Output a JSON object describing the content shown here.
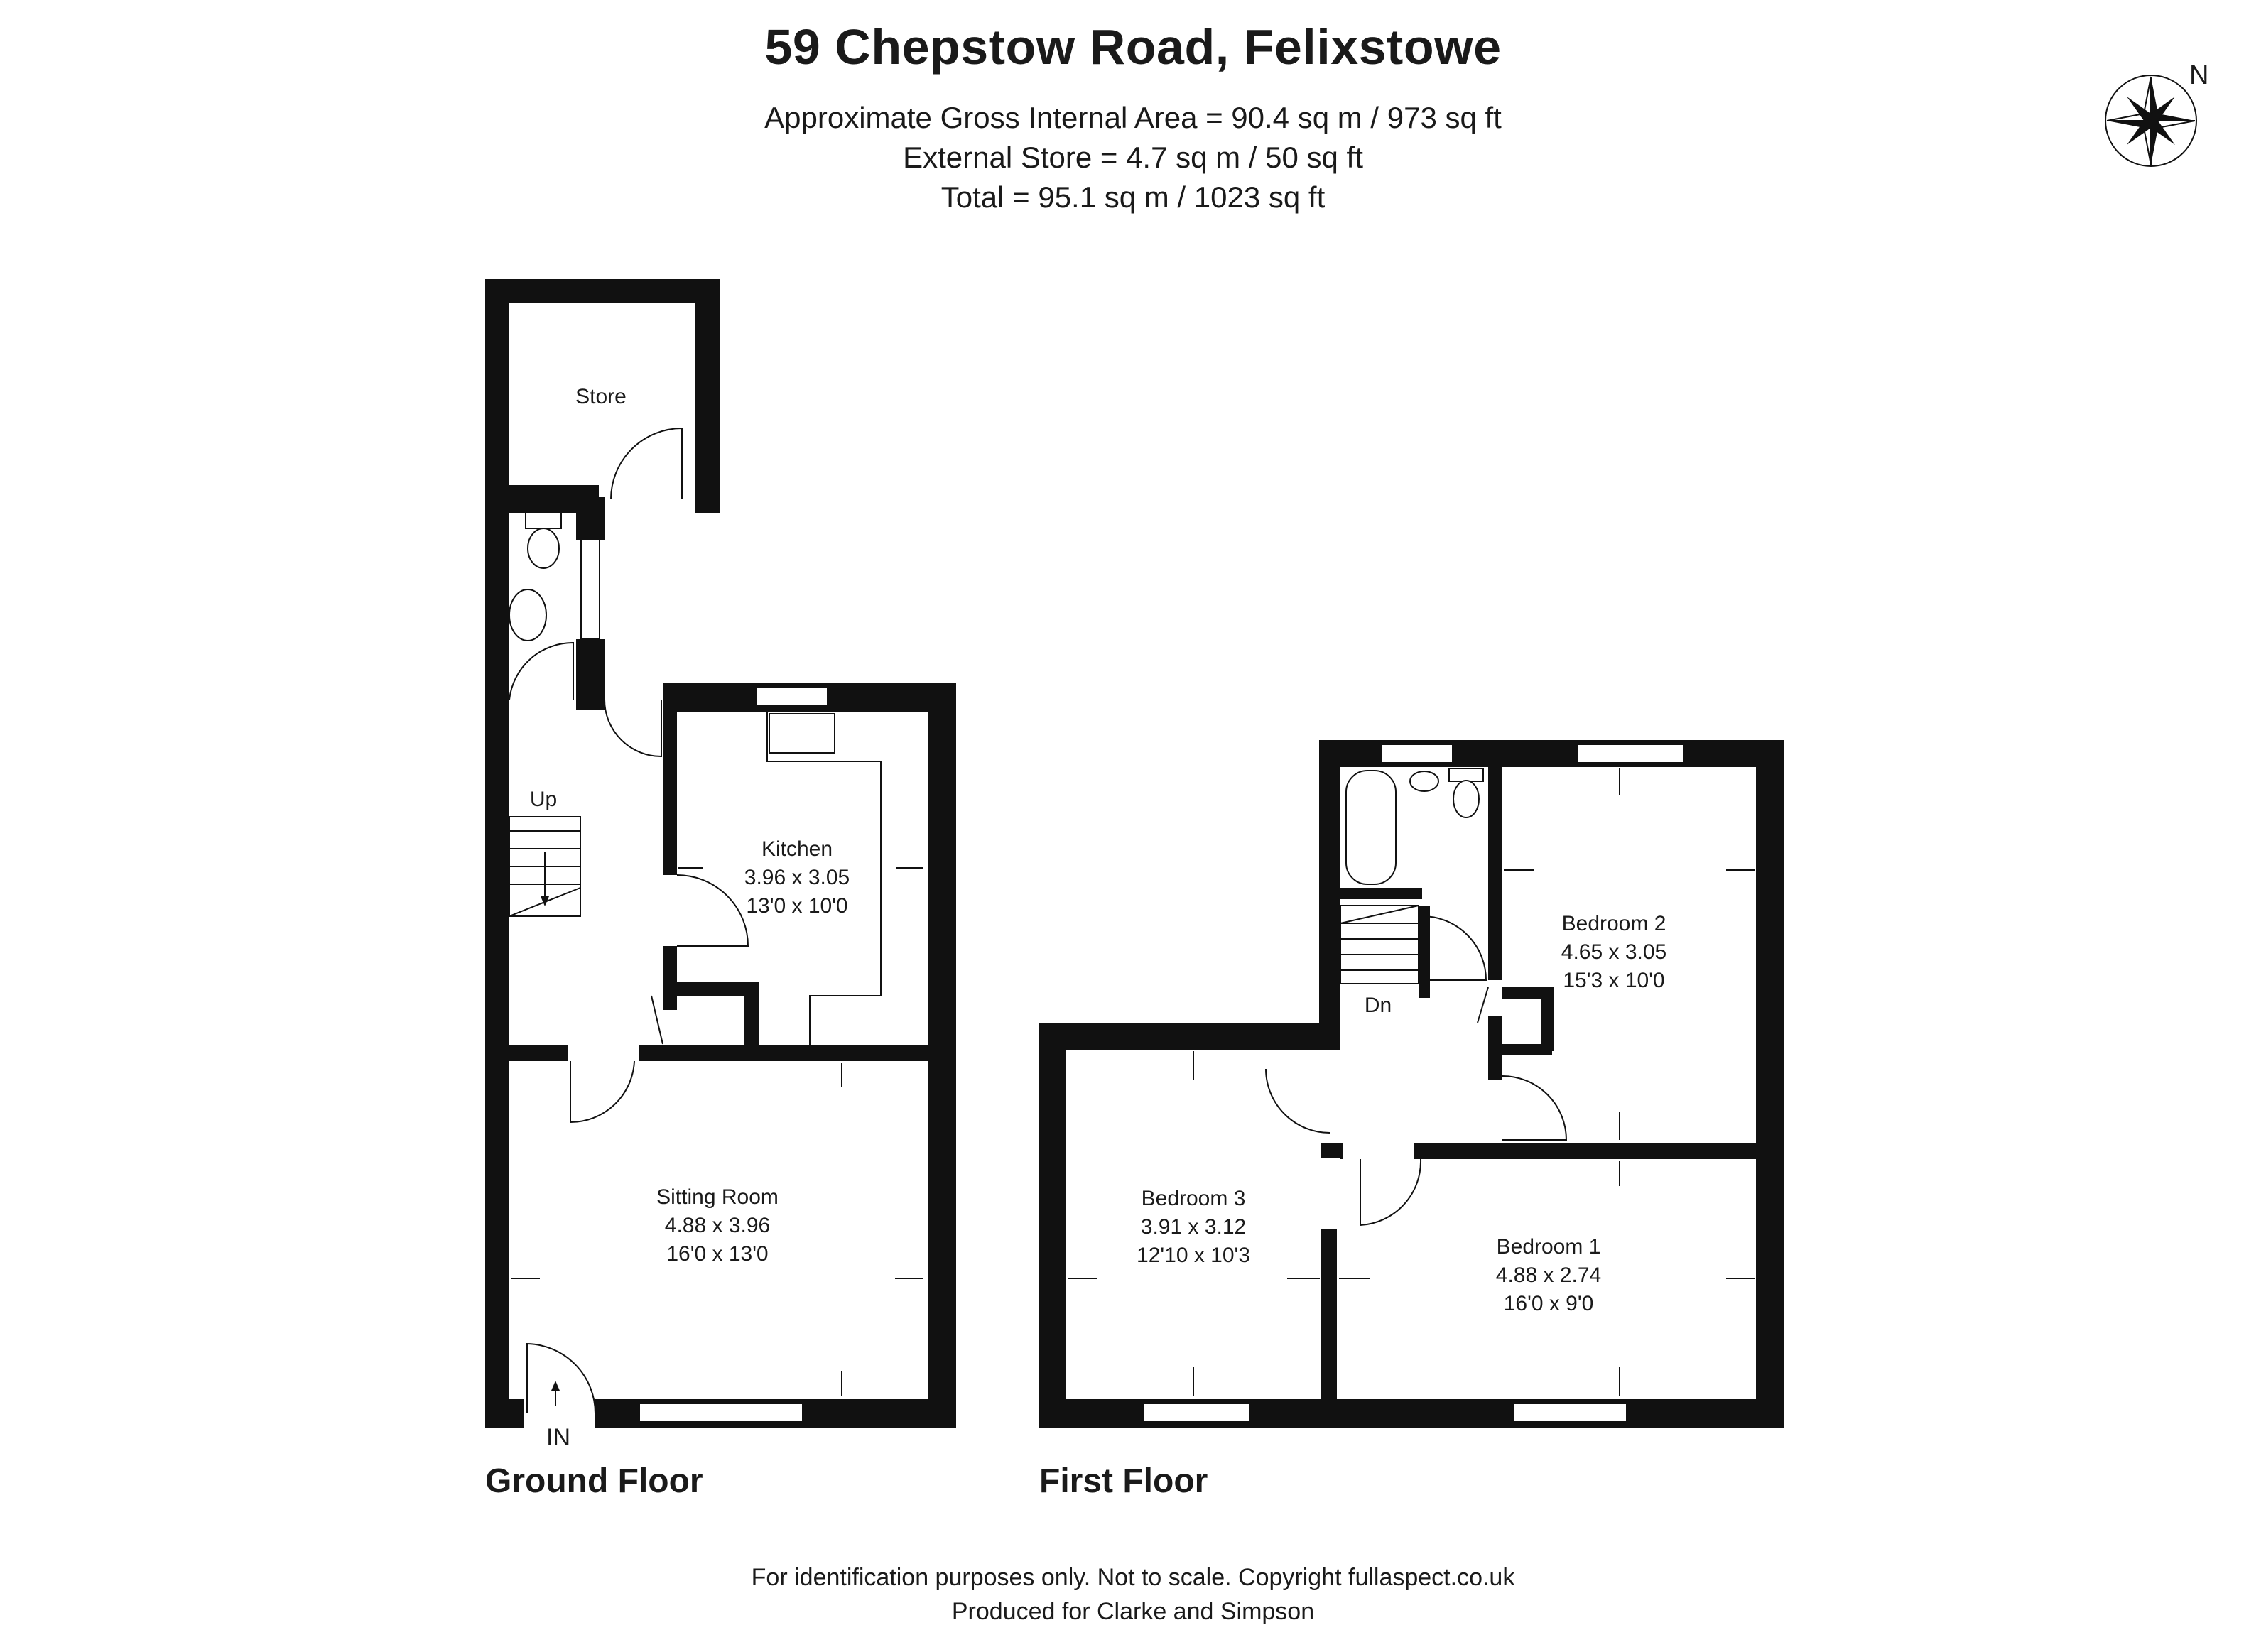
{
  "header": {
    "title": "59 Chepstow Road, Felixstowe",
    "gross_area": "Approximate Gross Internal Area = 90.4 sq m / 973 sq ft",
    "external_store": "External Store = 4.7 sq m / 50 sq ft",
    "total": "Total = 95.1 sq m / 1023 sq ft"
  },
  "compass": {
    "label": "N"
  },
  "ground_floor": {
    "label": "Ground Floor",
    "entrance": "IN",
    "stairs": "Up",
    "rooms": {
      "store": {
        "name": "Store"
      },
      "kitchen": {
        "name": "Kitchen",
        "metric": "3.96 x 3.05",
        "imperial": "13'0 x 10'0"
      },
      "sitting": {
        "name": "Sitting Room",
        "metric": "4.88 x 3.96",
        "imperial": "16'0 x 13'0"
      }
    }
  },
  "first_floor": {
    "label": "First Floor",
    "stairs": "Dn",
    "rooms": {
      "bedroom2": {
        "name": "Bedroom 2",
        "metric": "4.65 x 3.05",
        "imperial": "15'3 x 10'0"
      },
      "bedroom3": {
        "name": "Bedroom 3",
        "metric": "3.91 x 3.12",
        "imperial": "12'10 x 10'3"
      },
      "bedroom1": {
        "name": "Bedroom 1",
        "metric": "4.88 x 2.74",
        "imperial": "16'0 x 9'0"
      }
    }
  },
  "footer": {
    "line1": "For identification purposes only. Not to scale. Copyright fullaspect.co.uk",
    "line2": "Produced for Clarke and Simpson"
  }
}
